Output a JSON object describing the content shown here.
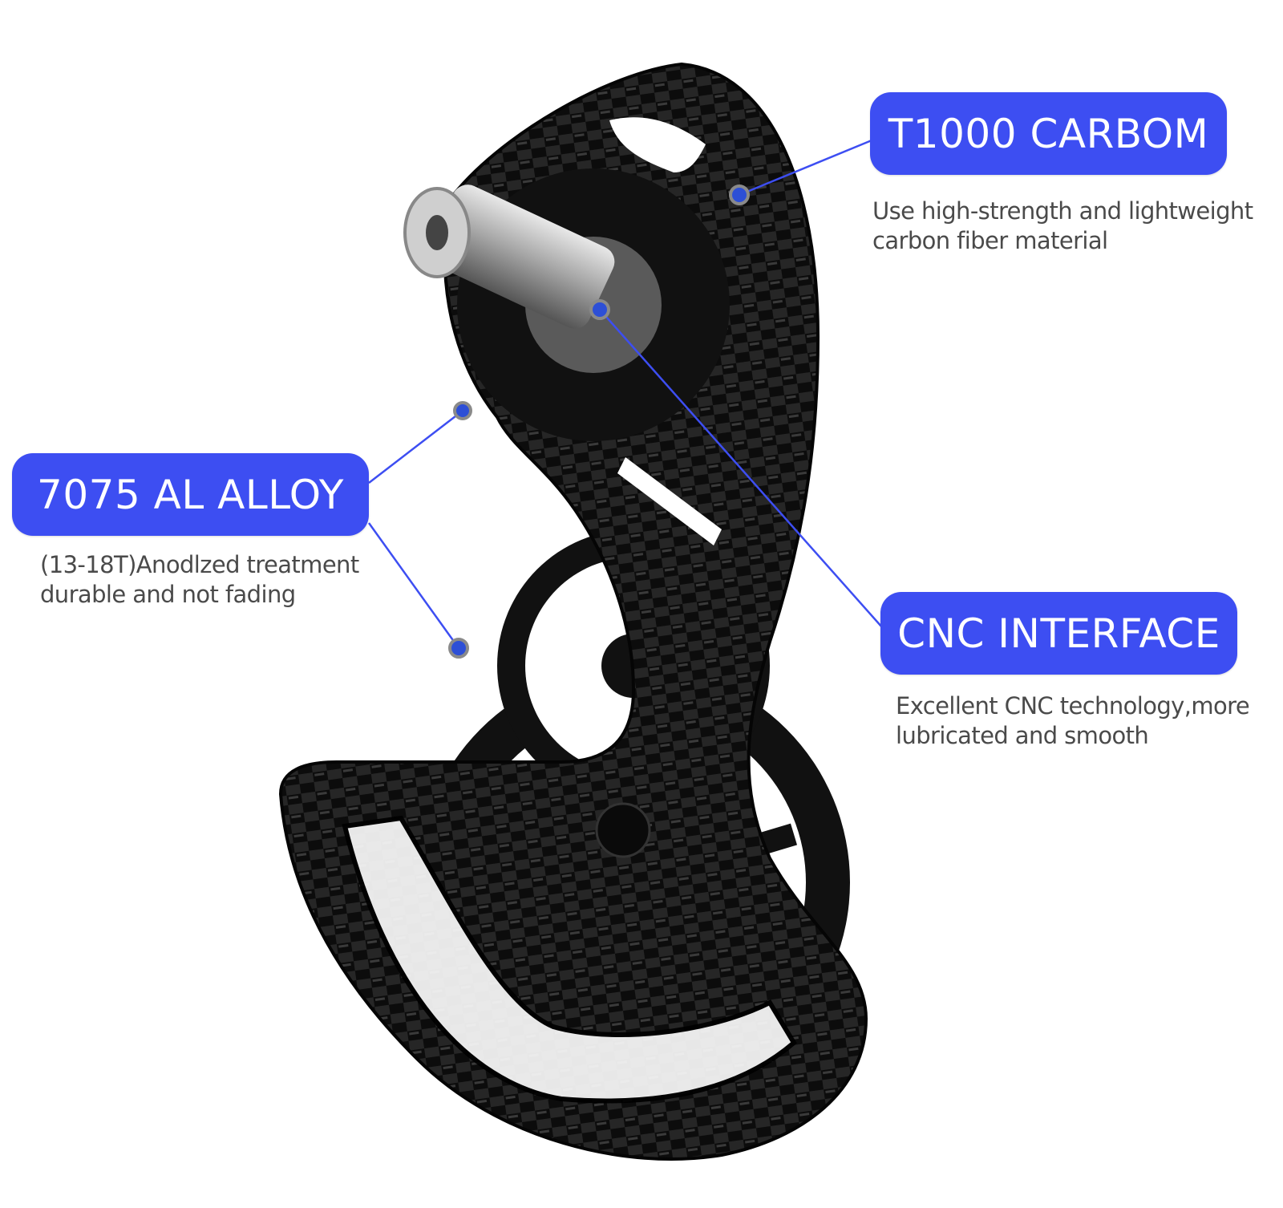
{
  "callouts": [
    {
      "title": "T1000 CARBOM",
      "description_line1": "Use high-strength and lightweight",
      "description_line2": "carbon fiber material"
    },
    {
      "title": "7075 AL ALLOY",
      "description_line1": "(13-18T)Anodlzed treatment",
      "description_line2": "durable and not fading"
    },
    {
      "title": "CNC INTERFACE",
      "description_line1": "Excellent CNC technology,more",
      "description_line2": "lubricated and smooth"
    }
  ],
  "colors": {
    "accent": "#3d4ef2",
    "text": "#4a4a4a",
    "carbon": "#1b1b1b"
  }
}
